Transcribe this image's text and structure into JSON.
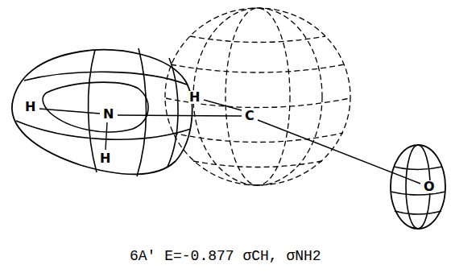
{
  "diagram": {
    "caption": "6A' E=-0.877 σCH, σNH2",
    "labels": [
      "H",
      "N",
      "H",
      "H",
      "C",
      "O"
    ]
  }
}
